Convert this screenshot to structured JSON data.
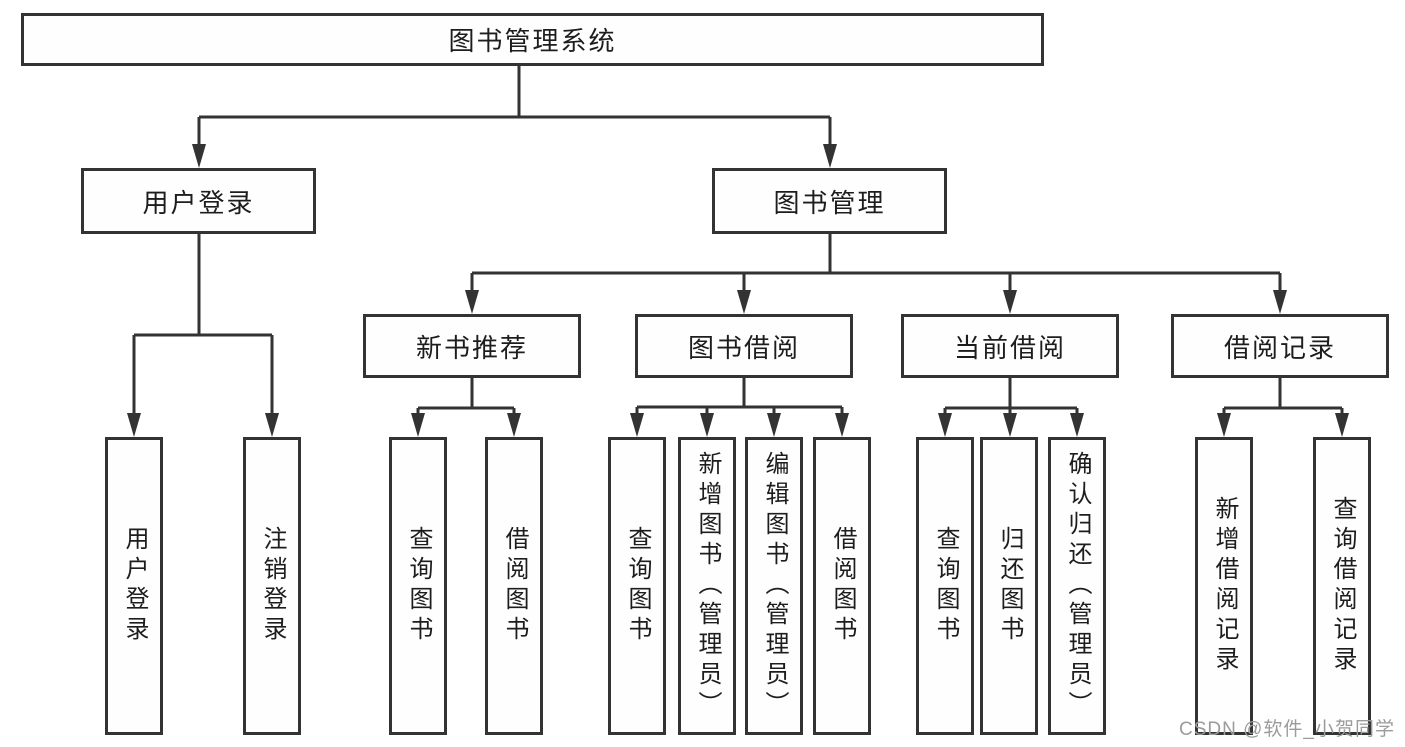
{
  "tree": {
    "root": "图书管理系统",
    "branches": [
      {
        "label": "用户登录",
        "children": [
          "用户登录",
          "注销登录"
        ]
      },
      {
        "label": "图书管理",
        "children": [
          {
            "label": "新书推荐",
            "children": [
              "查询图书",
              "借阅图书"
            ]
          },
          {
            "label": "图书借阅",
            "children": [
              "查询图书",
              "新增图书（管理员）",
              "编辑图书（管理员）",
              "借阅图书"
            ]
          },
          {
            "label": "当前借阅",
            "children": [
              "查询图书",
              "归还图书",
              "确认归还（管理员）"
            ]
          },
          {
            "label": "借阅记录",
            "children": [
              "新增借阅记录",
              "查询借阅记录"
            ]
          }
        ]
      }
    ]
  },
  "watermark": "CSDN @软件_小贺同学",
  "colors": {
    "line": "#333333",
    "text": "#1d1d1d",
    "watermark": "#9b9b9b",
    "background": "#ffffff"
  }
}
